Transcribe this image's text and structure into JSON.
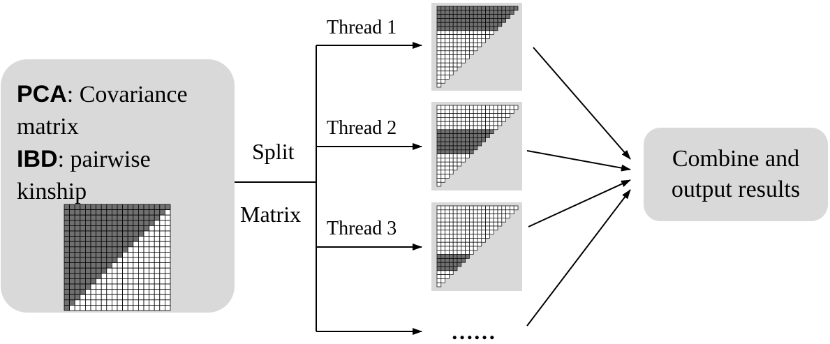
{
  "input": {
    "pca_label": "PCA",
    "pca_desc": ": Covariance matrix",
    "ibd_label": "IBD",
    "ibd_desc": ": pairwise kinship"
  },
  "split": {
    "split_label": "Split",
    "matrix_label": "Matrix"
  },
  "threads": [
    {
      "label": "Thread 1",
      "band_rows": [
        0,
        3
      ]
    },
    {
      "label": "Thread 2",
      "band_rows": [
        3,
        6
      ]
    },
    {
      "label": "Thread 3",
      "band_rows": [
        6,
        8
      ]
    }
  ],
  "ellipsis": "……",
  "output": {
    "line1": "Combine and",
    "line2": "output results"
  },
  "matrix": {
    "grid_size": 20,
    "fill_color": "#707070",
    "box_color": "#d9d9d9"
  }
}
